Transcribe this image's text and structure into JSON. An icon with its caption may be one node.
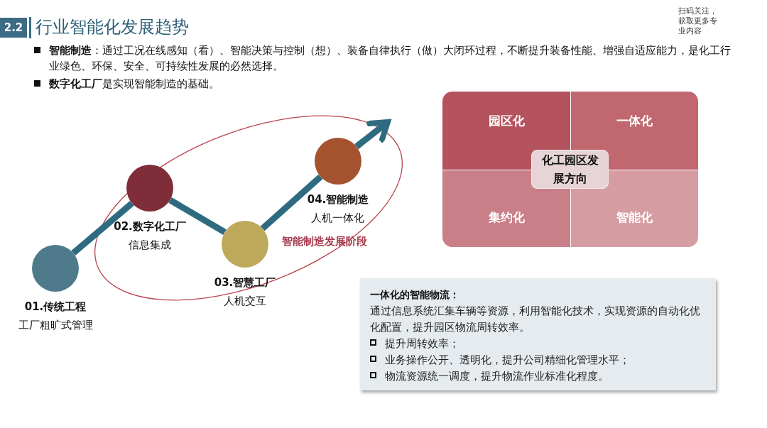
{
  "diagram": {
    "title": "行业智能化发展趋势",
    "nodes": [
      {
        "text": [
          "01.传统工程",
          "工厂粗旷式管理"
        ]
      },
      {
        "text": [
          "02.数字化工厂",
          "信息集成"
        ]
      },
      {
        "text": [
          "03.智慧工厂",
          "人机交互"
        ]
      },
      {
        "text": [
          "04.智能制造",
          "人机一体化"
        ]
      },
      {
        "text": [
          "园区化"
        ]
      },
      {
        "text": [
          "一体化"
        ]
      },
      {
        "text": [
          "集约化"
        ]
      },
      {
        "text": [
          "智能化"
        ]
      },
      {
        "text": [
          "化工园区发展方向"
        ]
      },
      {
        "text": [
          "一体化的智能物流：",
          "通过信息系统汇集车辆等资源，利用智能化技术，实现资源的自动化优化配置，提升园区物流周转效率。",
          "提升周转效率；",
          "业务操作公开、透明化，提升公司精细化管理水平；",
          "物流资源统一调度，提升物流作业标准化程度。"
        ]
      }
    ],
    "edges": [
      {
        "from": 0,
        "to": 1,
        "arrow": "none"
      },
      {
        "from": 1,
        "to": 2,
        "arrow": "none"
      },
      {
        "from": 2,
        "to": 3,
        "arrow": "none"
      },
      {
        "from": 3,
        "to": null,
        "arrow": "to"
      }
    ],
    "labels": [
      "2.2",
      "扫码关注，获取更多专业内容",
      "智能制造发展阶段",
      "**智能制造**：通过工况在线感知（看）、智能决策与控制（想）、装备自律执行（做）大闭环过程，不断提升装备性能、增强自适应能力，是化工行业绿色、环保、安全、可持续性发展的必然选择。",
      "**数字化工厂**是实现智能制造的基础。"
    ]
  }
}
